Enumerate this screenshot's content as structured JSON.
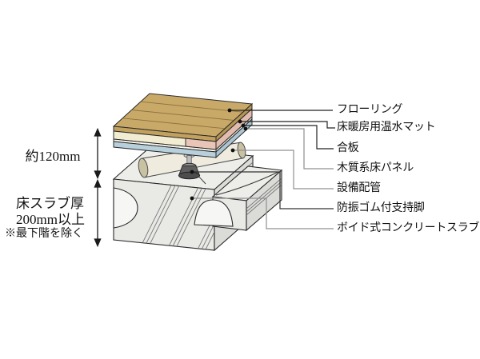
{
  "figure": {
    "kind": "isometric floor construction cutaway diagram",
    "background": "#ffffff"
  },
  "labels": {
    "right": [
      {
        "id": "flooring",
        "text": "フローリング"
      },
      {
        "id": "heating-mat",
        "text": "床暖房用温水マット"
      },
      {
        "id": "plywood",
        "text": "合板"
      },
      {
        "id": "wood-panel",
        "text": "木質系床パネル"
      },
      {
        "id": "piping",
        "text": "設備配管"
      },
      {
        "id": "support-leg",
        "text": "防振ゴム付支持脚"
      },
      {
        "id": "void-slab",
        "text": "ボイド式コンクリートスラブ"
      }
    ],
    "left": {
      "upper_dimension": "約120mm",
      "slab_thickness_line1": "床スラブ厚",
      "slab_thickness_line2": "200mm以上",
      "note": "※最下階を除く"
    }
  },
  "colors": {
    "flooring_top": "#C9A967",
    "flooring_front": "#C2A15F",
    "flooring_side": "#B69552",
    "heating_mat_pink": "#E9C5B8",
    "dummy_panel_cream": "#F1ECD2",
    "plywood_white": "#FAF8EF",
    "wood_panel_blue": "#B7D0DB",
    "pipe_body": "#EFECDF",
    "pipe_end": "#C8C1A2",
    "rubber_foot": "#5E5E5E",
    "slab_top": "#EDEDEA",
    "slab_front": "#E9E9E6",
    "slab_side": "#DBDBD8",
    "void_cut": "#F6F6F4",
    "outline": "#2B2B2B",
    "leader_black": "#222222",
    "leader_gray": "#909090",
    "text": "#111111"
  }
}
